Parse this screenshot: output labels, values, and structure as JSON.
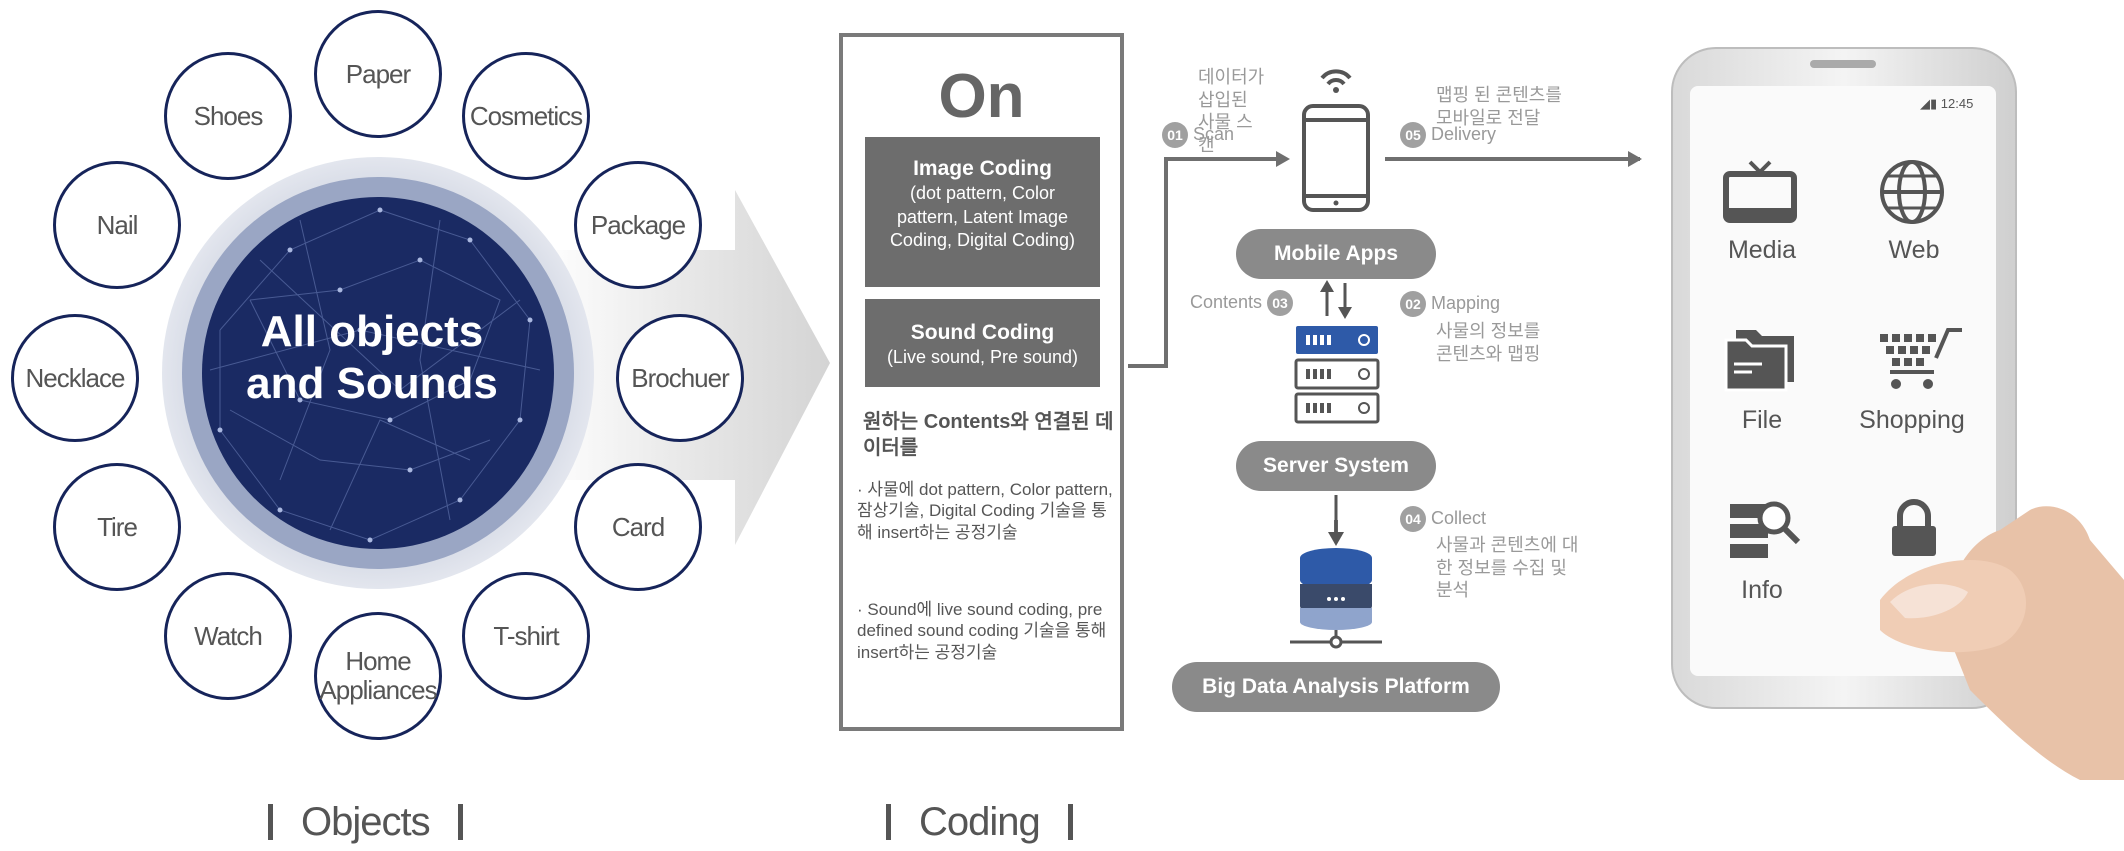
{
  "objects": {
    "center_title_line1": "All objects",
    "center_title_line2": "and Sounds",
    "items": [
      "Paper",
      "Cosmetics",
      "Package",
      "Brochuer",
      "Card",
      "T-shirt",
      "Home Appliances",
      "Watch",
      "Tire",
      "Necklace",
      "Nail",
      "Shoes"
    ],
    "caption": "Objects"
  },
  "coding": {
    "title": "On",
    "image_coding_title": "Image Coding",
    "image_coding_detail": "(dot pattern, Color pattern, Latent Image Coding, Digital Coding)",
    "sound_coding_title": "Sound Coding",
    "sound_coding_detail": "(Live sound, Pre sound)",
    "korean_heading": "원하는 Contents와 연결된 데이터를",
    "bullet1": "· 사물에 dot pattern, Color pattern, 잠상기술, Digital Coding 기술을 통해 insert하는 공정기술",
    "bullet2": "· Sound에 live sound coding, pre defined sound coding 기술을 통해 insert하는 공정기술",
    "caption": "Coding"
  },
  "flow": {
    "mobile_apps": "Mobile Apps",
    "server_system": "Server System",
    "big_data": "Big Data Analysis Platform",
    "step1_num": "01",
    "step1_label": "Scan",
    "step1_desc": "데이터가 삽입된 사물 스캔",
    "step2_num": "02",
    "step2_label": "Mapping",
    "step2_desc": "사물의 정보를 콘텐츠와 맵핑",
    "step3_num": "03",
    "step3_label": "Contents",
    "step4_num": "04",
    "step4_label": "Collect",
    "step4_desc": "사물과 콘텐츠에 대한 정보를 수집 및 분석",
    "step5_num": "05",
    "step5_label": "Delivery",
    "step5_desc": "맵핑 된 콘텐츠를 모바일로 전달"
  },
  "phone": {
    "status_time": "12:45",
    "apps": [
      "Media",
      "Web",
      "File",
      "Shopping",
      "Info"
    ]
  },
  "colors": {
    "navy": "#16245a",
    "gray_box": "#6d6d6d",
    "pill": "#8a8a8a",
    "server_blue": "#2e5aa8"
  }
}
